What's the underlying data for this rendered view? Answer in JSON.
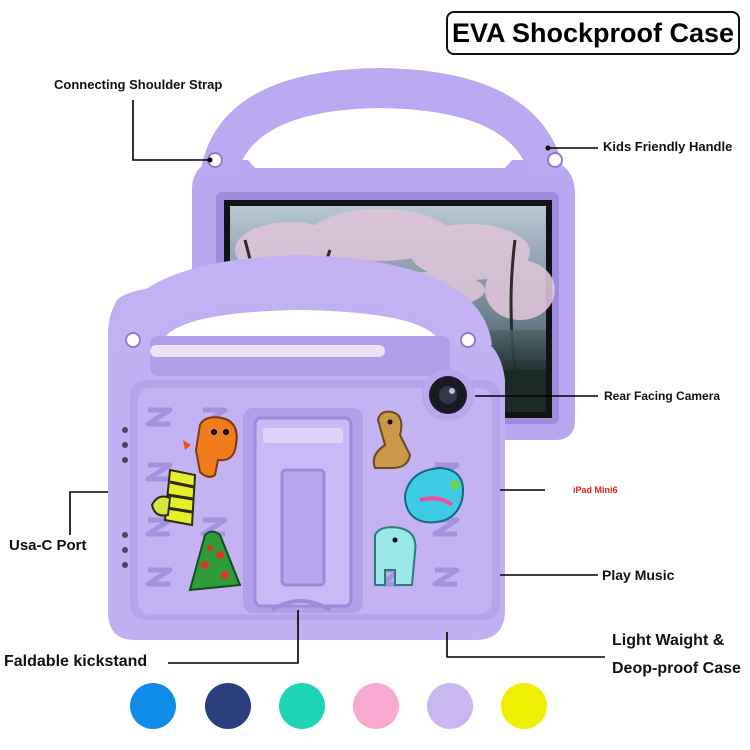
{
  "title": "EVA Shockproof Case",
  "callouts": {
    "strap": "Connecting Shoulder Strap",
    "handle": "Kids Friendly Handle",
    "camera": "Rear Facing Camera",
    "model": "iPad Mini6",
    "usbc": "Usa-C Port",
    "music": "Play Music",
    "kickstand": "Faldable kickstand",
    "weight_line1": "Light Waight &",
    "weight_line2": "Deop-proof Case"
  },
  "colors": {
    "case": "#c1b0f2",
    "case_dark": "#a794e2",
    "model_text": "#e0201a"
  },
  "swatches": [
    {
      "name": "sky-blue",
      "color": "#0f8ce8"
    },
    {
      "name": "navy",
      "color": "#2b3f7e"
    },
    {
      "name": "mint",
      "color": "#1dd4b4"
    },
    {
      "name": "pink",
      "color": "#f7a9d1"
    },
    {
      "name": "lavender",
      "color": "#c9b8f0"
    },
    {
      "name": "yellow",
      "color": "#eef000"
    }
  ]
}
